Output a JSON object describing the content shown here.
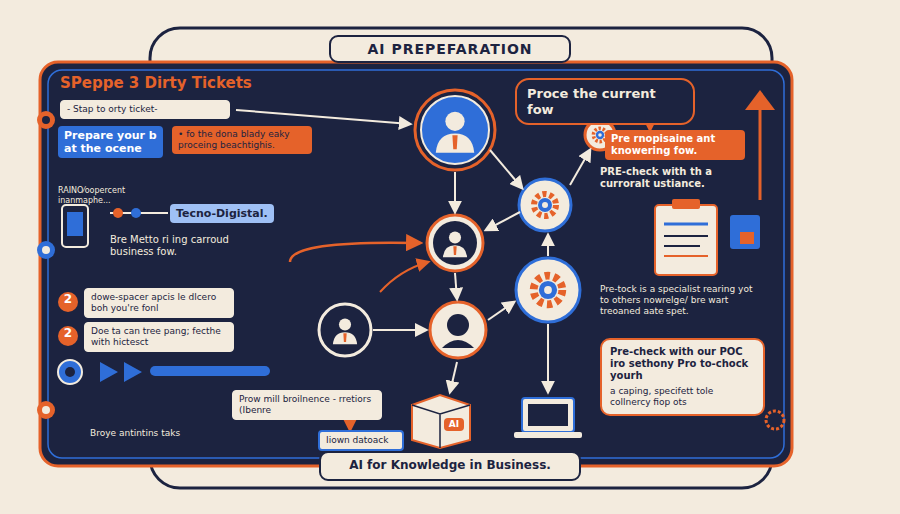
{
  "diagram": {
    "title": "AI PREPEFARATION",
    "caption": "AI for Knowledge in Business.",
    "nodes": [
      {
        "text": [
          "- Stap to orty ticket-"
        ]
      },
      {
        "text": [
          "Prepare your b at the ocene"
        ]
      },
      {
        "text": [
          "• fo the dona blady eaky proceing beachtighis."
        ]
      },
      {
        "text": [
          "Tecno-Digistal."
        ]
      },
      {
        "text": [
          "Proce the current fow"
        ]
      },
      {
        "text": [
          "Pre rnopisaine ant knowering fow."
        ]
      },
      {
        "text": [
          "2"
        ]
      },
      {
        "text": [
          "dowe-spacer apcis le dlcero boh you're fonl"
        ]
      },
      {
        "text": [
          "2"
        ]
      },
      {
        "text": [
          "Doe ta can tree pang; fecthe with hictesct"
        ]
      },
      {
        "text": [
          "Prow mill broilnence - rretiors (Ibenre"
        ]
      },
      {
        "text": [
          "Iiown datoack"
        ]
      },
      {
        "text": [
          "Pre-check with our POC iro sethony Pro to-chock yourh",
          "a caping, specifett tole collnercy fiop ots"
        ]
      },
      {
        "text": [
          "AI"
        ]
      }
    ],
    "edges": [
      {
        "from": 4,
        "to": 5,
        "arrow": "to"
      },
      {
        "from": 10,
        "to": 11,
        "arrow": "to"
      }
    ],
    "labels": [
      "SPeppe 3 Dirty Tickets",
      "RAINO⁄oopercent inanmaphe...",
      "Bre Metto ri ing carroud business fow.",
      "PRE-check with th a curroralt ustiance.",
      "Pre-tock is a specialist rearing yot to others nowrelge/ bre wart treoaned aate spet.",
      "Broye antintins taks"
    ]
  }
}
